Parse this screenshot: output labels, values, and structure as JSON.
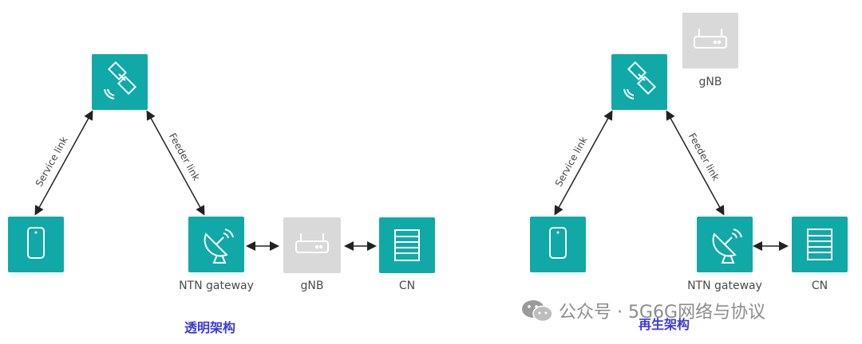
{
  "left": {
    "labels": {
      "service_link": "Service link",
      "feeder_link": "Feeder link",
      "ntn_gateway": "NTN gateway",
      "gnb": "gNB",
      "cn": "CN"
    },
    "caption": "透明架构"
  },
  "right": {
    "labels": {
      "service_link": "Service link",
      "feeder_link": "Feeder link",
      "ntn_gateway": "NTN gateway",
      "gnb": "gNB",
      "cn": "CN"
    },
    "caption": "再生架构"
  },
  "watermark": {
    "text": "公众号 · 5G6G网络与协议"
  },
  "colors": {
    "teal": "#10a9a8",
    "gray": "#d9d9d9",
    "caption_blue": "#3b3bd6"
  },
  "icons": [
    "satellite-icon",
    "phone-icon",
    "satellite-dish-icon",
    "router-icon",
    "server-list-icon",
    "wechat-icon"
  ]
}
